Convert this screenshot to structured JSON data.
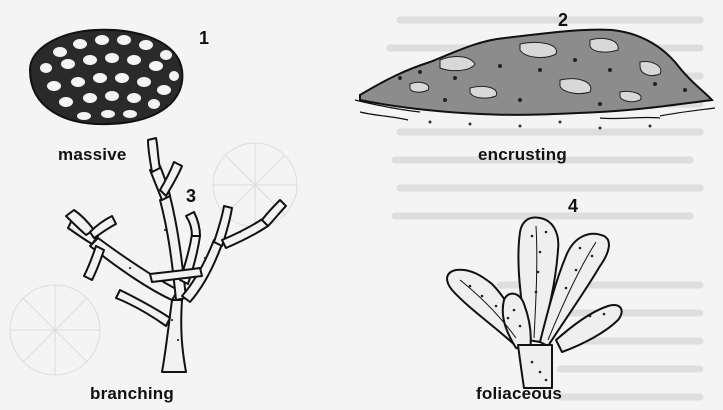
{
  "panels": [
    {
      "number": "1",
      "label": "massive"
    },
    {
      "number": "2",
      "label": "encrusting"
    },
    {
      "number": "3",
      "label": "branching"
    },
    {
      "number": "4",
      "label": "foliaceous"
    }
  ],
  "colors": {
    "ink": "#111111",
    "paper": "#f4f4f4",
    "bleed": "#d9d9d9"
  }
}
